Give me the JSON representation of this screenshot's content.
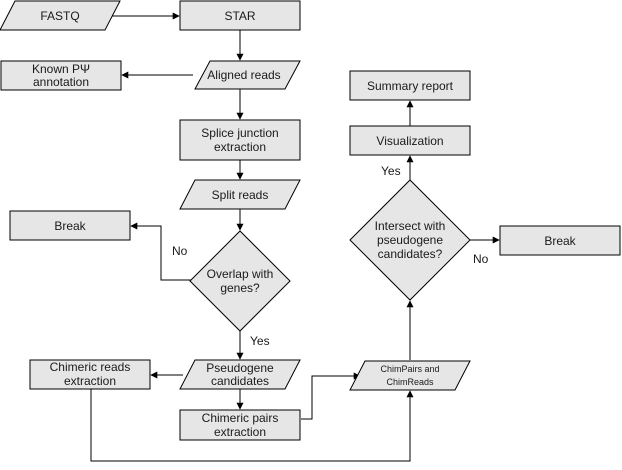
{
  "diagram": {
    "nodes": {
      "fastq": "FASTQ",
      "star": "STAR",
      "known_line1": "Known  PΨ",
      "known_line2": "annotation",
      "aligned_reads": "Aligned reads",
      "splice_line1": "Splice junction",
      "splice_line2": "extraction",
      "split_reads": "Split reads",
      "break_left": "Break",
      "overlap_line1": "Overlap with",
      "overlap_line2": "genes?",
      "chimeric_reads_line1": "Chimeric reads",
      "chimeric_reads_line2": "extraction",
      "pseudogene_line1": "Pseudogene",
      "pseudogene_line2": "candidates",
      "chimeric_pairs_line1": "Chimeric pairs",
      "chimeric_pairs_line2": "extraction",
      "chimpairs_line1": "ChimPairs and",
      "chimpairs_line2": "ChimReads",
      "intersect_line1": "Intersect with",
      "intersect_line2": "pseudogene",
      "intersect_line3": "candidates?",
      "break_right": "Break",
      "visualization": "Visualization",
      "summary_report": "Summary report"
    },
    "edge_labels": {
      "no_left": "No",
      "yes_down": "Yes",
      "yes_up": "Yes",
      "no_right": "No"
    }
  }
}
